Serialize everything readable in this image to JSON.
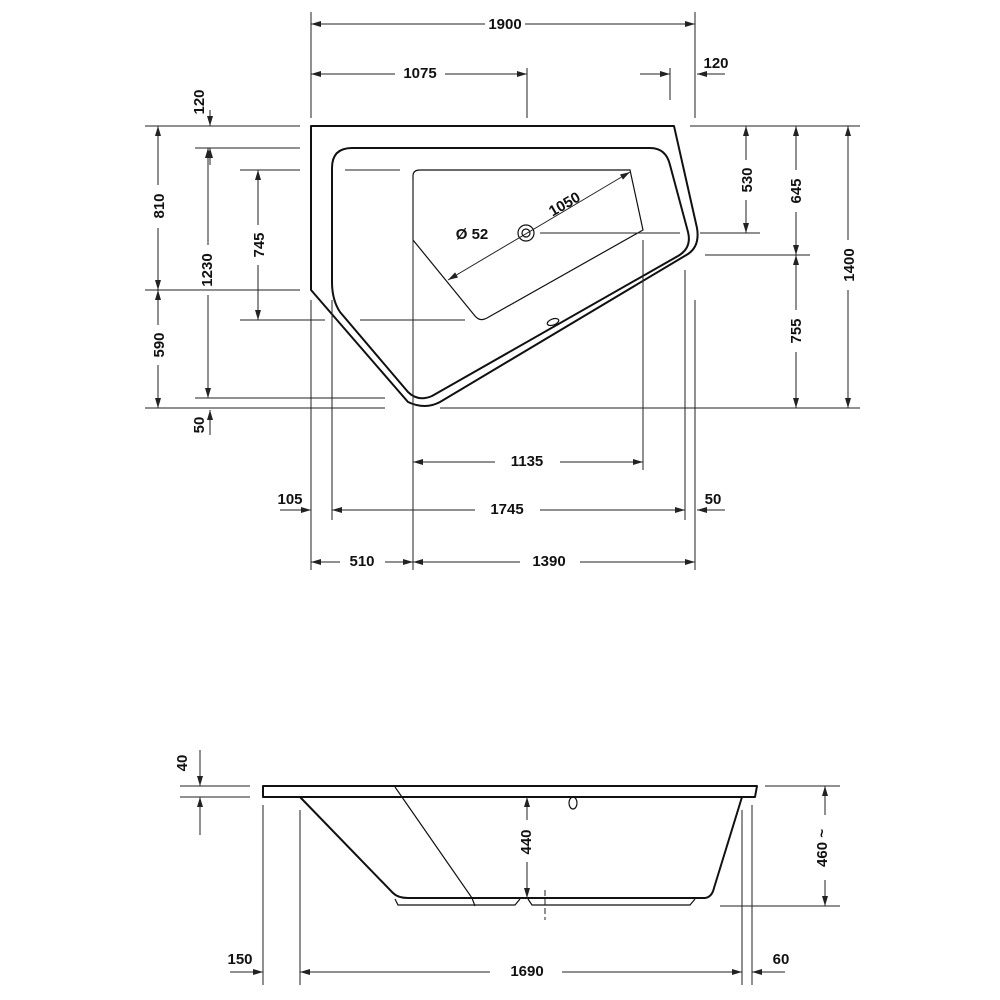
{
  "top_view": {
    "dims": {
      "overall_width": "1900",
      "to_drain_x": "1075",
      "right_offset_top": "120",
      "top_offset": "120",
      "left_upper": "810",
      "inner_height": "1230",
      "basin_left": "745",
      "left_lower": "590",
      "bottom_offset": "50",
      "right_upper_inner": "530",
      "right_upper": "645",
      "overall_depth": "1400",
      "right_lower": "755",
      "drain_diameter": "Ø 52",
      "basin_length": "1050",
      "basin_width": "1135",
      "left_offset": "105",
      "inner_width": "1745",
      "right_offset": "50",
      "left_segment": "510",
      "right_segment": "1390"
    }
  },
  "side_view": {
    "dims": {
      "rim_thickness": "40",
      "inner_depth": "440",
      "overall_height": "460 ~",
      "left_offset": "150",
      "bottom_length": "1690",
      "right_offset": "60"
    }
  },
  "colors": {
    "line": "#111111",
    "background": "#ffffff"
  }
}
